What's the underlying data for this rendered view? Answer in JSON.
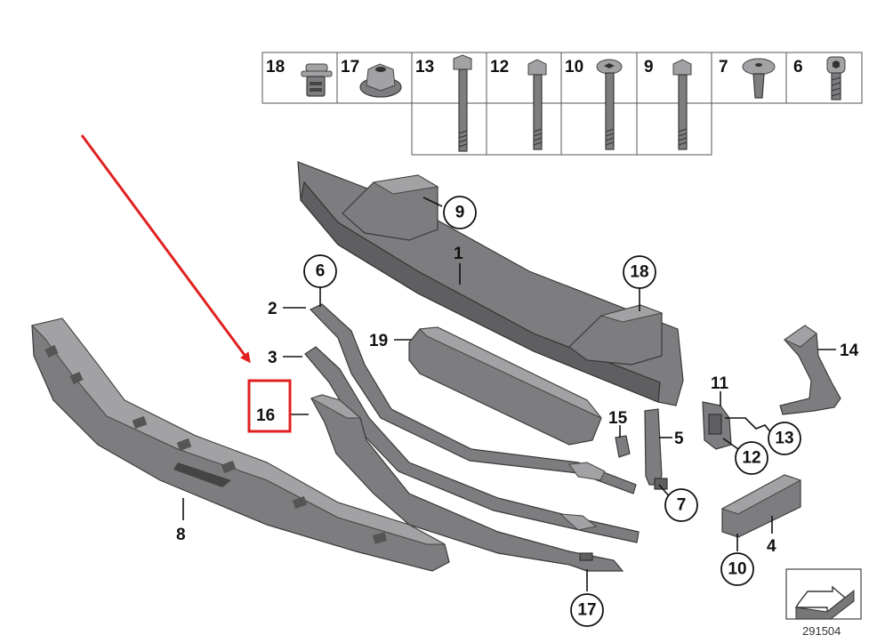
{
  "hardware_table": [
    {
      "num": "18",
      "icon": "expanding-rivet"
    },
    {
      "num": "17",
      "icon": "hex-flange-nut"
    },
    {
      "num": "13",
      "icon": "hex-bolt-long"
    },
    {
      "num": "12",
      "icon": "hex-bolt-long"
    },
    {
      "num": "10",
      "icon": "torx-bolt-long"
    },
    {
      "num": "9",
      "icon": "hex-bolt-long"
    },
    {
      "num": "7",
      "icon": "plastic-rivet"
    },
    {
      "num": "6",
      "icon": "hex-socket-screw"
    }
  ],
  "callouts": {
    "c1": "1",
    "c2": "2",
    "c3": "3",
    "c4": "4",
    "c5": "5",
    "c6": "6",
    "c7": "7",
    "c8": "8",
    "c9": "9",
    "c10": "10",
    "c11": "11",
    "c12": "12",
    "c13": "13",
    "c14": "14",
    "c15": "15",
    "c16": "16",
    "c17": "17",
    "c18": "18",
    "c19": "19"
  },
  "highlight": {
    "label": "16",
    "color": "#e02020"
  },
  "arrow_color": "#e02020",
  "reference_number": "291504",
  "colors": {
    "part_fill": "#7d7d80",
    "part_outline": "#3a3a3c"
  }
}
